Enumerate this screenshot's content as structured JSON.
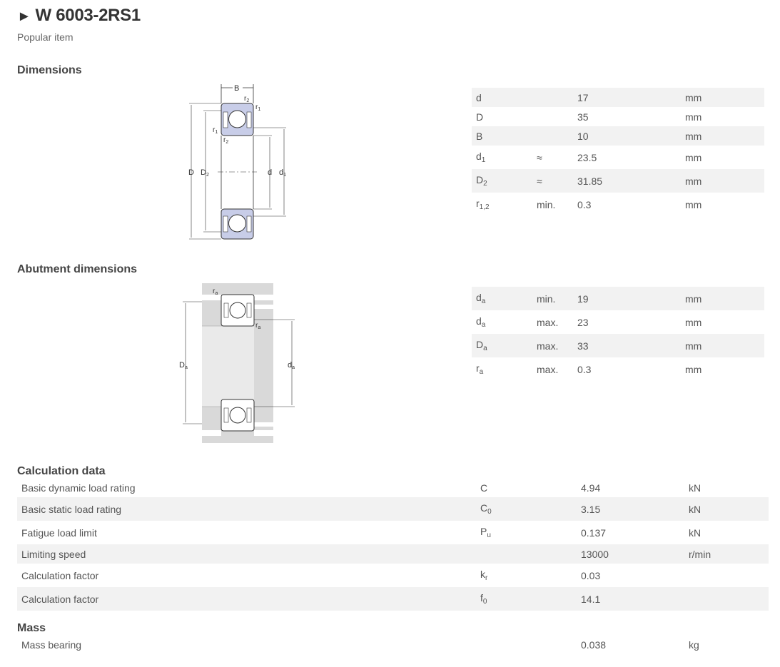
{
  "header": {
    "arrow": "►",
    "title": "W 6003-2RS1",
    "subtitle": "Popular item"
  },
  "dimensions": {
    "title": "Dimensions",
    "rows": [
      {
        "sym": "d",
        "sub": "",
        "qual": "",
        "value": "17",
        "unit": "mm"
      },
      {
        "sym": "D",
        "sub": "",
        "qual": "",
        "value": "35",
        "unit": "mm"
      },
      {
        "sym": "B",
        "sub": "",
        "qual": "",
        "value": "10",
        "unit": "mm"
      },
      {
        "sym": "d",
        "sub": "1",
        "qual": "≈",
        "value": "23.5",
        "unit": "mm"
      },
      {
        "sym": "D",
        "sub": "2",
        "qual": "≈",
        "value": "31.85",
        "unit": "mm"
      },
      {
        "sym": "r",
        "sub": "1,2",
        "qual": "min.",
        "value": "0.3",
        "unit": "mm"
      }
    ],
    "diagram_labels": {
      "B": "B",
      "r": "r",
      "r1": "1",
      "r2": "2",
      "D": "D",
      "D2": "D",
      "d": "d",
      "d1": "d"
    }
  },
  "abutment": {
    "title": "Abutment dimensions",
    "rows": [
      {
        "sym": "d",
        "sub": "a",
        "qual": "min.",
        "value": "19",
        "unit": "mm"
      },
      {
        "sym": "d",
        "sub": "a",
        "qual": "max.",
        "value": "23",
        "unit": "mm"
      },
      {
        "sym": "D",
        "sub": "a",
        "qual": "max.",
        "value": "33",
        "unit": "mm"
      },
      {
        "sym": "r",
        "sub": "a",
        "qual": "max.",
        "value": "0.3",
        "unit": "mm"
      }
    ],
    "diagram_labels": {
      "ra": "r",
      "a": "a",
      "Da": "D",
      "da": "d"
    }
  },
  "calculation": {
    "title": "Calculation data",
    "rows": [
      {
        "label": "Basic dynamic load rating",
        "sym": "C",
        "sub": "",
        "value": "4.94",
        "unit": "kN"
      },
      {
        "label": "Basic static load rating",
        "sym": "C",
        "sub": "0",
        "value": "3.15",
        "unit": "kN"
      },
      {
        "label": "Fatigue load limit",
        "sym": "P",
        "sub": "u",
        "value": "0.137",
        "unit": "kN"
      },
      {
        "label": "Limiting speed",
        "sym": "",
        "sub": "",
        "value": "13000",
        "unit": "r/min"
      },
      {
        "label": "Calculation factor",
        "sym": "k",
        "sub": "r",
        "value": "0.03",
        "unit": ""
      },
      {
        "label": "Calculation factor",
        "sym": "f",
        "sub": "0",
        "value": "14.1",
        "unit": ""
      }
    ]
  },
  "mass": {
    "title": "Mass",
    "rows": [
      {
        "label": "Mass bearing",
        "value": "0.038",
        "unit": "kg"
      }
    ]
  },
  "colors": {
    "row_alt": "#f2f2f2",
    "seal_fill": "#c8cde8",
    "housing_fill": "#d9d9d9"
  }
}
